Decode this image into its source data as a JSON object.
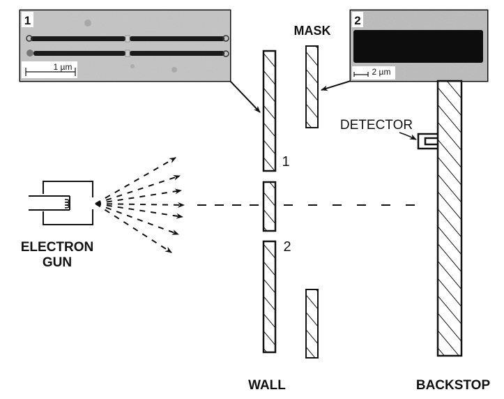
{
  "title": "Double-slit electron experiment",
  "labels": {
    "mask": "MASK",
    "detector": "DETECTOR",
    "electron_gun_line1": "ELECTRON",
    "electron_gun_line2": "GUN",
    "wall": "WALL",
    "backstop": "BACKSTOP",
    "slit_1": "1",
    "slit_2": "2"
  },
  "insets": [
    {
      "id": "1",
      "label": "1",
      "scale_bar": "1 µm",
      "description": "micrograph of the two slits in the wall"
    },
    {
      "id": "2",
      "label": "2",
      "scale_bar": "2 µm",
      "description": "micrograph of the mask opening"
    }
  ],
  "colors": {
    "ink": "#111111",
    "micrograph_grey": "#b8b8b8",
    "slit_dark": "#1a1a1a"
  },
  "electron_rays": 7
}
